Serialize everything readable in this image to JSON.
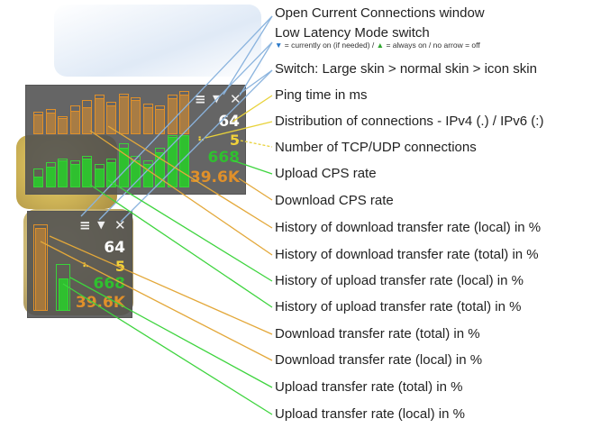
{
  "legend": {
    "open_connections": "Open Current Connections window",
    "low_latency": "Low Latency Mode switch",
    "low_latency_note_on": "= currently on (if needed) /",
    "low_latency_note_always": "= always on / no arrow = off",
    "switch_skin": "Switch: Large skin > normal skin > icon skin",
    "ping": "Ping time in ms",
    "distribution": "Distribution of connections - IPv4 (.) / IPv6 (:)",
    "tcp_udp": "Number of TCP/UDP connections",
    "upload_cps": "Upload CPS rate",
    "download_cps": "Download CPS rate",
    "hist_dl_local": "History of download transfer rate (local) in %",
    "hist_dl_total": "History of download transfer rate (total) in %",
    "hist_ul_local": "History of upload transfer rate (local) in %",
    "hist_ul_total": "History of upload transfer rate (total) in %",
    "dl_total": "Download transfer rate (total) in %",
    "dl_local": "Download transfer rate (local) in %",
    "ul_total": "Upload transfer rate (total) in %",
    "ul_local": "Upload transfer rate (local) in %"
  },
  "large_widget": {
    "ping": "64",
    "tcp_udp": "5",
    "upload_cps": "668",
    "download_cps": "39.6K",
    "history_download_total_pct": [
      25,
      28,
      20,
      32,
      38,
      44,
      36,
      45,
      41,
      34,
      32,
      44,
      48
    ],
    "history_download_local_pct": [
      22,
      24,
      18,
      26,
      30,
      40,
      32,
      42,
      38,
      30,
      28,
      40,
      44
    ],
    "history_upload_total_pct": [
      18,
      24,
      28,
      26,
      30,
      22,
      28,
      42,
      30,
      26,
      38,
      52,
      56
    ],
    "history_upload_local_pct": [
      10,
      20,
      26,
      22,
      28,
      18,
      24,
      38,
      26,
      22,
      34,
      48,
      52
    ]
  },
  "small_widget": {
    "ping": "64",
    "tcp_udp": "5",
    "upload_cps": "668",
    "download_cps": "39.6K",
    "download_total_pct": 96,
    "download_local_pct": 92,
    "upload_total_pct": 52,
    "upload_local_pct": 36
  },
  "colors": {
    "download": "#e0902a",
    "upload": "#2fc02f",
    "ping": "#ffffff",
    "connections": "#f2d23a",
    "leader_blue": "#8bb4de",
    "leader_orange": "#e3a83a",
    "leader_yellow": "#e8d23a",
    "leader_green": "#3ed43e"
  },
  "icons": [
    "menu-icon",
    "low-latency-triangle-icon",
    "close-icon",
    "connections-distribution-icon"
  ]
}
